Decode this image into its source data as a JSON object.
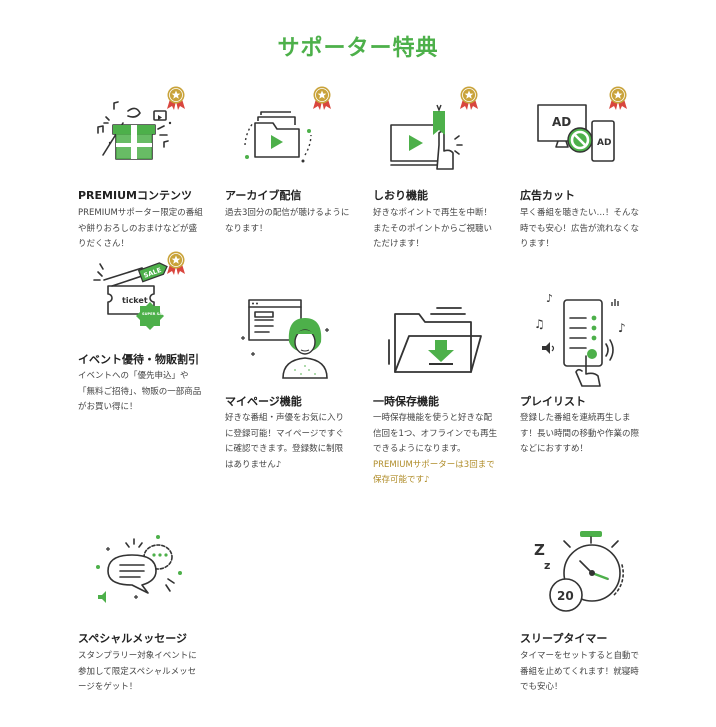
{
  "header": {
    "title": "サポーター特典"
  },
  "colors": {
    "accent": "#4db04a",
    "title": "#4db04a",
    "medal": "#c9a33a",
    "ribbon": "#d9463e",
    "note": "#b08d2a"
  },
  "features": [
    {
      "id": "premium",
      "icon": "gift-icon",
      "title": "PREMIUMコンテンツ",
      "desc": "PREMIUMサポーター限定の番組や餅りおろしのおまけなどが盛りだくさん！",
      "note": ""
    },
    {
      "id": "archive",
      "icon": "archive-folder-icon",
      "title": "アーカイブ配信",
      "desc": "過去3回分の配信が聴けるようになります！",
      "note": ""
    },
    {
      "id": "bookmark",
      "icon": "bookmark-play-icon",
      "title": "しおり機能",
      "desc": "好きなポイントで再生を中断！またそのポイントからご視聴いただけます！",
      "note": ""
    },
    {
      "id": "adcut",
      "icon": "ad-block-icon",
      "title": "広告カット",
      "desc": "早く番組を聴きたい…！そんな時でも安心！広告が流れなくなります！",
      "note": ""
    },
    {
      "id": "event",
      "icon": "ticket-sale-icon",
      "title": "イベント優待・物販割引",
      "desc": "イベントへの「優先申込」や「無料ご招待」、物販の一部商品がお買い得に！",
      "note": ""
    },
    {
      "id": "mypage",
      "icon": "mypage-avatar-icon",
      "title": "マイページ機能",
      "desc": "好きな番組・声優をお気に入りに登録可能！マイページですぐに確認できます。登録数に制限はありません♪",
      "note": ""
    },
    {
      "id": "tempsave",
      "icon": "download-folder-icon",
      "title": "一時保存機能",
      "desc": "一時保存機能を使うと好きな配信回を1つ、オフラインでも再生できるようになります。",
      "note": "PREMIUMサポーターは3回まで保存可能です♪"
    },
    {
      "id": "playlist",
      "icon": "playlist-phone-icon",
      "title": "プレイリスト",
      "desc": "登録した番組を連続再生します！長い時間の移動や作業の際などにおすすめ！",
      "note": ""
    },
    {
      "id": "message",
      "icon": "message-bubbles-icon",
      "title": "スペシャルメッセージ",
      "desc": "スタンプラリー対象イベントに参加して限定スペシャルメッセージをゲット！",
      "note": ""
    },
    {
      "id": "sleep",
      "icon": "sleep-timer-icon",
      "title": "スリープタイマー",
      "desc": "タイマーをセットすると自動で番組を止めてくれます！就寝時でも安心！",
      "note": ""
    }
  ],
  "icon_text": {
    "ad": "AD",
    "ticket": "ticket",
    "sale": "SALE",
    "super_sale": "SUPER SALE",
    "timer_value": "20",
    "zz_big": "Z",
    "zz_small": "z"
  }
}
